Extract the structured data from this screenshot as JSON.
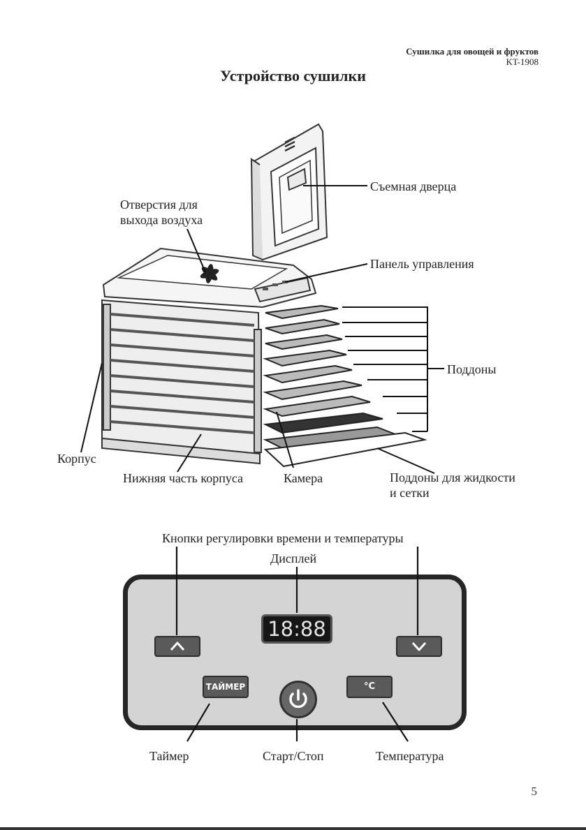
{
  "header": {
    "product": "Сушилка для овощей и фруктов",
    "model": "KT-1908"
  },
  "title": "Устройство сушилки",
  "diagram_labels": {
    "door": "Съемная дверца",
    "air_vents_line1": "Отверстия для",
    "air_vents_line2": "выхода воздуха",
    "control_panel": "Панель управления",
    "trays": "Поддоны",
    "body": "Корпус",
    "bottom": "Нижняя часть корпуса",
    "chamber": "Камера",
    "liquid_trays_line1": "Поддоны для жидкости",
    "liquid_trays_line2": "и сетки"
  },
  "panel_labels": {
    "adjust_buttons": "Кнопки регулировки времени и температуры",
    "display": "Дисплей",
    "timer": "Таймер",
    "start_stop": "Старт/Стоп",
    "temperature": "Температура"
  },
  "panel": {
    "display_value": "18:88",
    "timer_button": "ТАЙМЕР",
    "temp_button": "°C",
    "up_icon": "chevron-up-icon",
    "down_icon": "chevron-down-icon",
    "power_icon": "power-icon"
  },
  "page_number": "5"
}
